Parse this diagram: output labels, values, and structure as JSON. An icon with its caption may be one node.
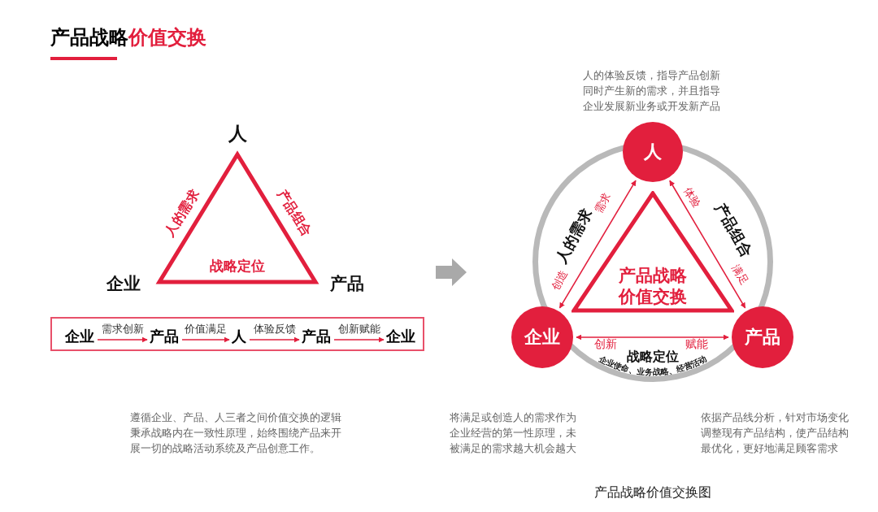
{
  "diagram": {
    "title": "产品战略价值交换",
    "caption": "产品战略价值交换图",
    "nodes": [
      {
        "text": [
          "战略定位"
        ],
        "beside": [
          "人的需求",
          "产品组合"
        ]
      },
      {
        "text": [],
        "shape": "box"
      },
      {
        "text": [
          "企业"
        ],
        "in": 1
      },
      {
        "text": [
          "产品"
        ],
        "in": 1
      },
      {
        "text": [
          "人"
        ],
        "in": 1
      },
      {
        "text": [
          "产品"
        ],
        "in": 1
      },
      {
        "text": [
          "企业"
        ],
        "in": 1
      },
      {
        "text": [],
        "shape": "circle"
      },
      {
        "text": [
          "人"
        ],
        "beside": [
          "人的体验反馈，指导产品创新同时产生新的需求，并且指导企业发展新业务或开发新产品"
        ]
      },
      {
        "text": [
          "企业"
        ]
      },
      {
        "text": [
          "产品"
        ]
      },
      {
        "text": [
          "产品战略价值交换"
        ],
        "in": 7
      }
    ],
    "edges": [
      {
        "from": 2,
        "to": 3,
        "arrow": "to",
        "label": "需求创新"
      },
      {
        "from": 3,
        "to": 4,
        "arrow": "to",
        "label": "价值满足"
      },
      {
        "from": 4,
        "to": 5,
        "arrow": "to",
        "label": "体验反馈"
      },
      {
        "from": 5,
        "to": 6,
        "arrow": "to",
        "label": "创新赋能"
      },
      {
        "from": 8,
        "to": 9,
        "arrow": "both"
      },
      {
        "from": 8,
        "to": 10,
        "arrow": "both"
      },
      {
        "from": 9,
        "to": 10,
        "arrow": "both"
      }
    ],
    "labels": [
      "人",
      "企业",
      "产品",
      "人的需求",
      "需求",
      "创造",
      "体验",
      "产品组合",
      "满足",
      "创新",
      "赋能",
      "战略定位",
      "企业使命、业务战略、经营活动",
      "遵循企业、产品、人三者之间价值交换的逻辑秉承战略内在一致性原理，始终围绕产品来开展一切的战略活动系统及产品创意工作。",
      "将满足或创造人的需求作为企业经营的第一性原理，未被满足的需求越大机会越大",
      "依据产品线分析，针对市场变化调整现有产品结构，使产品结构最优化，更好地满足顾客需求"
    ]
  }
}
